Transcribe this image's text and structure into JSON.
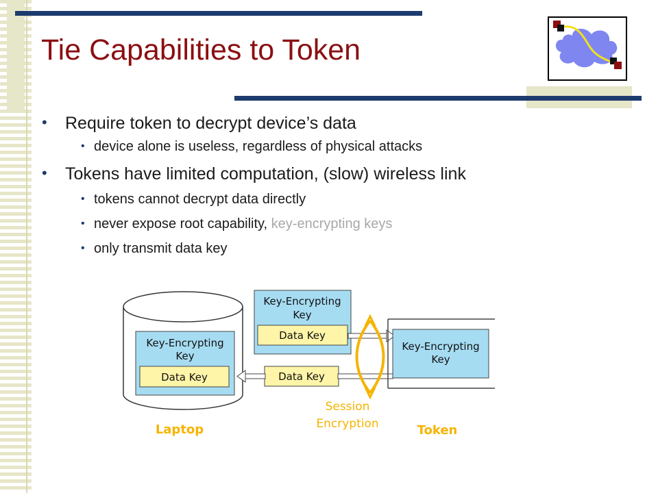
{
  "slide": {
    "title": "Tie Capabilities to Token",
    "bullets": [
      {
        "text": "Require token to decrypt device’s data",
        "sub": [
          {
            "text": "device alone is useless, regardless of physical attacks"
          }
        ]
      },
      {
        "text": "Tokens have limited computation, (slow) wireless link",
        "sub": [
          {
            "text": "tokens cannot decrypt data directly"
          },
          {
            "text": "never expose root capability, ",
            "muted": "key-encrypting keys"
          },
          {
            "text": "only transmit data key"
          }
        ]
      }
    ]
  },
  "diagram": {
    "laptop_kek": "Key-Encrypting Key",
    "laptop_data_key": "Data Key",
    "middle_kek": "Key-Encrypting Key",
    "middle_data_key": "Data Key",
    "return_data_key": "Data Key",
    "token_kek": "Key-Encrypting Key",
    "session_line1": "Session",
    "session_line2": "Encryption",
    "laptop_label": "Laptop",
    "token_label": "Token"
  },
  "colors": {
    "title": "#8b0f12",
    "navy": "#1d3b6e",
    "beige": "#e6e6c8",
    "key_box": "#a6dcf2",
    "data_key_box": "#fef5a8",
    "accent_orange": "#f5b400",
    "muted_text": "#a8a8a8"
  },
  "icons": {
    "logo": "network-cloud-icon"
  }
}
